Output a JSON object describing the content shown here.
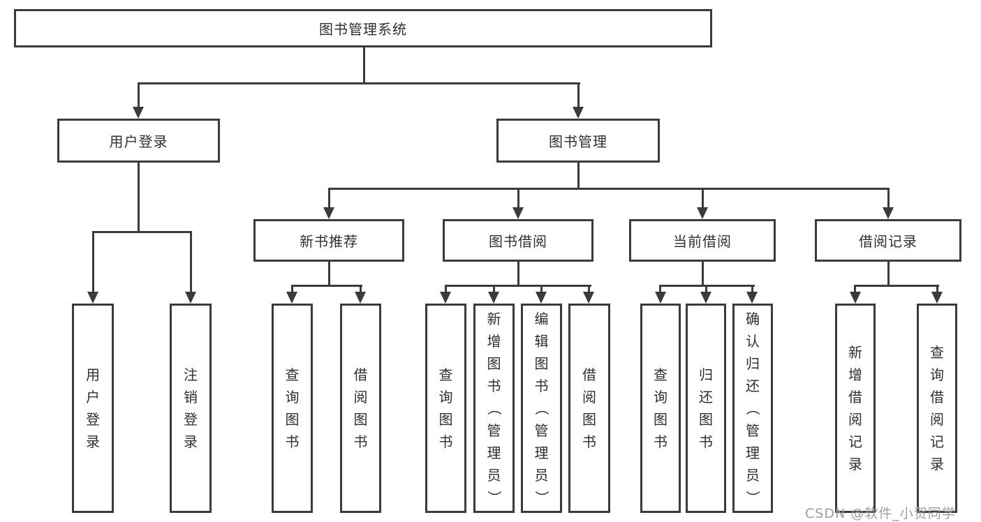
{
  "tree": {
    "root": "图书管理系统",
    "children": [
      {
        "label": "用户登录",
        "children": [
          "用户登录",
          "注销登录"
        ]
      },
      {
        "label": "图书管理",
        "children": [
          {
            "label": "新书推荐",
            "children": [
              "查询图书",
              "借阅图书"
            ]
          },
          {
            "label": "图书借阅",
            "children": [
              "查询图书",
              "新增图书（管理员）",
              "编辑图书（管理员）",
              "借阅图书"
            ]
          },
          {
            "label": "当前借阅",
            "children": [
              "查询图书",
              "归还图书",
              "确认归还（管理员）"
            ]
          },
          {
            "label": "借阅记录",
            "children": [
              "新增借阅记录",
              "查询借阅记录"
            ]
          }
        ]
      }
    ]
  },
  "colors": {
    "line": "#3b3b3b",
    "text": "#2f2f2f",
    "watermark_gray": "#9e9e9e"
  },
  "watermark": {
    "text": "CSDN @软件_小贺同学"
  }
}
